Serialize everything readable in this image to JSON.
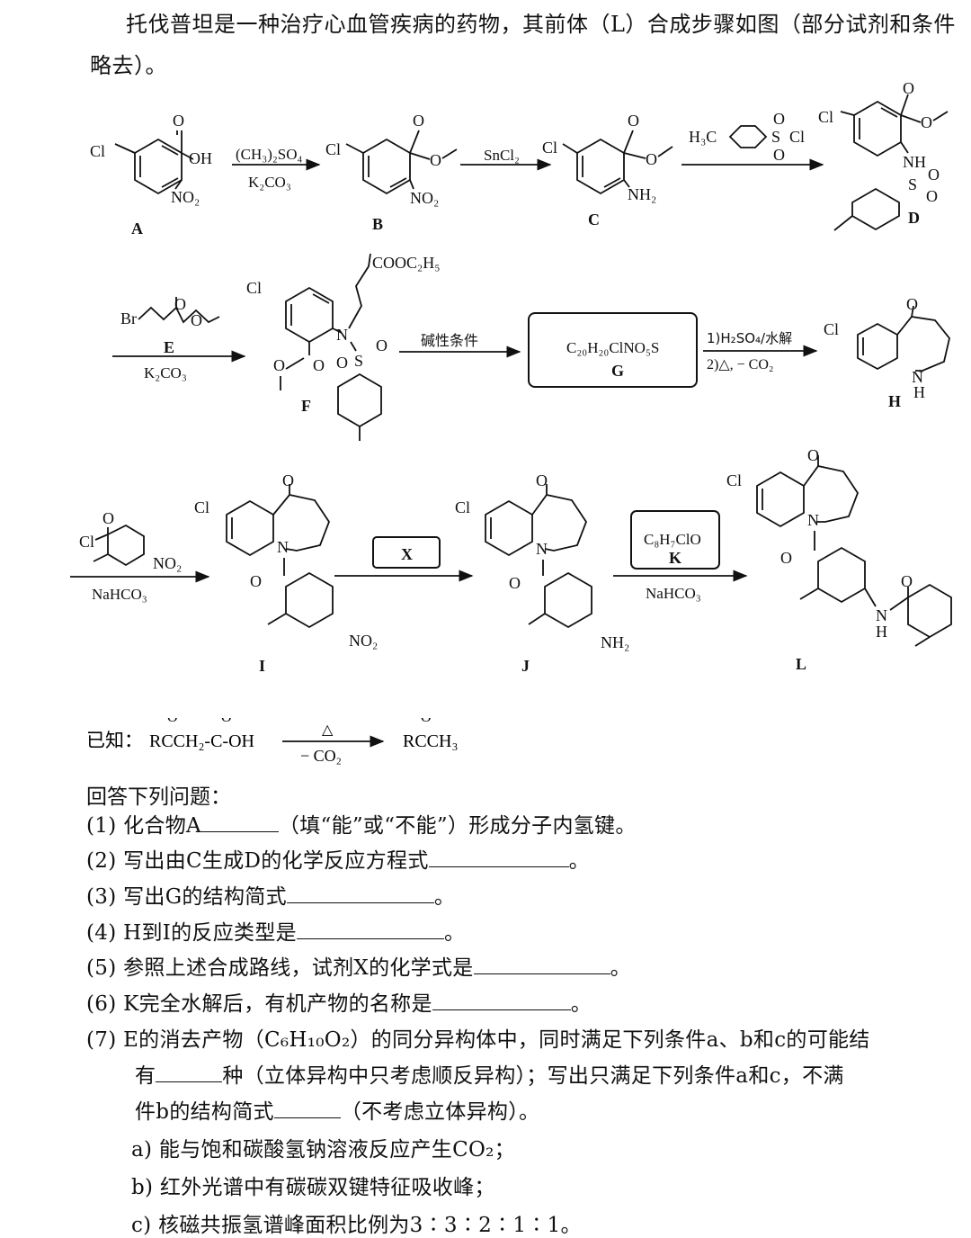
{
  "intro": {
    "line1": "托伐普坦是一种治疗心血管疾病的药物，其前体（L）合成步骤如图（部分试剂和条件",
    "line2": "略去）。"
  },
  "compounds": {
    "A": "A",
    "B": "B",
    "C": "C",
    "D": "D",
    "E": "E",
    "F": "F",
    "G": "G",
    "H": "H",
    "I": "I",
    "J": "J",
    "K": "K",
    "L": "L",
    "X": "X"
  },
  "atoms": {
    "Cl": "Cl",
    "O": "O",
    "OH": "OH",
    "NO2": "NO₂",
    "NH2": "NH₂",
    "NH": "NH",
    "N": "N",
    "H": "H",
    "S": "S",
    "Br": "Br",
    "H3C": "H₃C",
    "COOC2H5": "COOC₂H₅"
  },
  "conditions": {
    "a_to_b_top": "(CH₃)₂SO₄",
    "a_to_b_bottom": "K₂CO₃",
    "b_to_c": "SnCl₂",
    "f_step": "K₂CO₃",
    "f_to_g": "碱性条件",
    "g_formula": "C₂₀H₂₀ClNO₅S",
    "g_to_h_1": "1)H₂SO₄/水解",
    "g_to_h_2": "2)△, − CO₂",
    "h_to_i": "NaHCO₃",
    "k_formula": "C₈H₇ClO",
    "j_to_l": "NaHCO₃"
  },
  "known": {
    "label": "已知：",
    "reactant": "RCCH₂-C-OH",
    "product": "RCCH₃",
    "cond_top": "△",
    "cond_bottom": "− CO₂"
  },
  "questions": {
    "header": "回答下列问题：",
    "q1a": "(1)  化合物A",
    "q1b": "（填“能”或“不能”）形成分子内氢键。",
    "q2a": "(2)  写出由C生成D的化学反应方程式",
    "q2b": "。",
    "q3a": "(3)  写出G的结构简式",
    "q3b": "。",
    "q4a": "(4)  H到I的反应类型是",
    "q4b": "。",
    "q5a": "(5)  参照上述合成路线，试剂X的化学式是",
    "q5b": "。",
    "q6a": "(6)  K完全水解后，有机产物的名称是",
    "q6b": "。",
    "q7a": "(7)  E的消去产物（C₆H₁₀O₂）的同分异构体中，同时满足下列条件a、b和c的可能结",
    "q7b": "有",
    "q7c": "种（立体异构中只考虑顺反异构）；写出只满足下列条件a和c，不满",
    "q7d": "件b的结构简式",
    "q7e": "（不考虑立体异构）。",
    "ca": "a) 能与饱和碳酸氢钠溶液反应产生CO₂；",
    "cb": "b) 红外光谱中有碳碳双键特征吸收峰；",
    "cc": "c) 核磁共振氢谱峰面积比例为3∶3∶2∶1∶1。"
  }
}
